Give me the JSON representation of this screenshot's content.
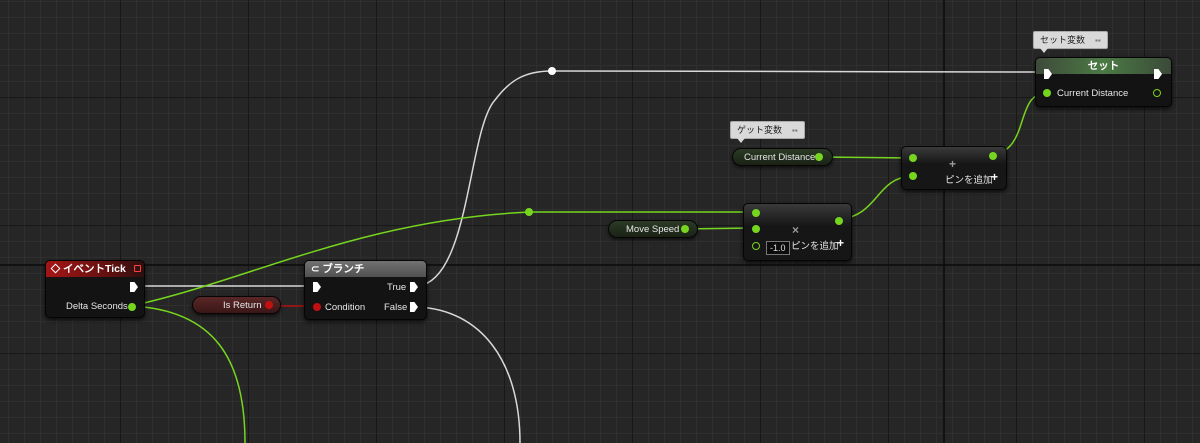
{
  "event_node": {
    "title": "イベントTick",
    "delta_label": "Delta Seconds"
  },
  "branch_node": {
    "title": "ブランチ",
    "true_label": "True",
    "false_label": "False",
    "condition_label": "Condition"
  },
  "is_return": {
    "label": "Is Return"
  },
  "set_node": {
    "bubble": "セット変数",
    "title": "セット",
    "var_label": "Current Distance"
  },
  "get_node": {
    "bubble": "ゲット変数",
    "label": "Current Distance"
  },
  "move_speed": {
    "label": "Move Speed"
  },
  "multiply_node": {
    "glyph": "×",
    "default_value": "-1.0",
    "add_pin_label": "ピンを追加"
  },
  "add_node": {
    "glyph": "+",
    "add_pin_label": "ピンを追加"
  },
  "colors": {
    "exec_wire": "#d8d8d8",
    "float_wire": "#76d51f",
    "bool_wire": "#b11010",
    "event_header": "#a61515",
    "set_header": "#4b7a44"
  }
}
